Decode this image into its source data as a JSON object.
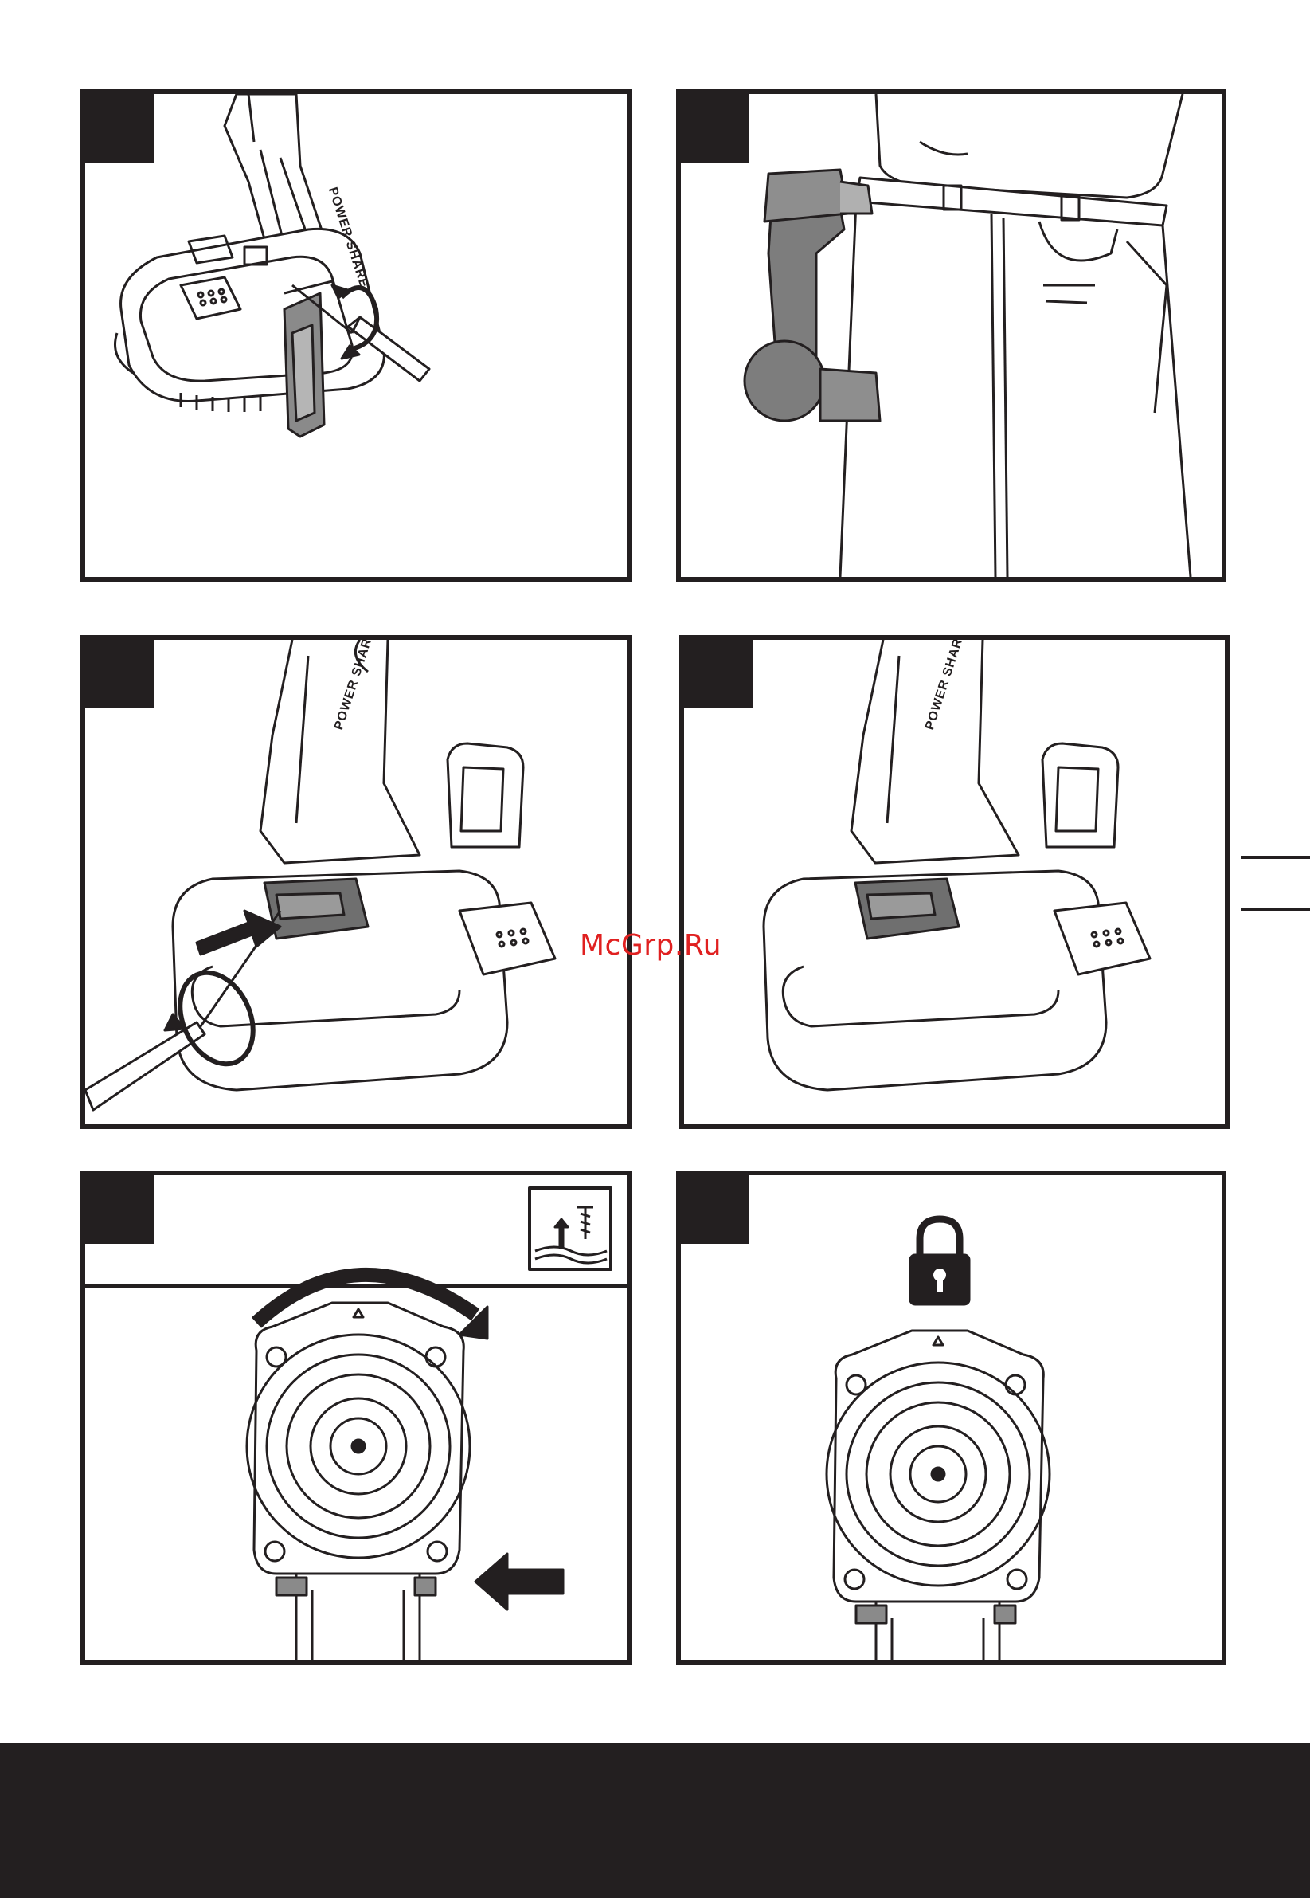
{
  "watermark": {
    "text": "McGrp.Ru",
    "color": "#e02020"
  },
  "brand_marks": {
    "power_share_logo": "POWER SHARE"
  },
  "colors": {
    "ink": "#231f20",
    "paper": "#ffffff",
    "tool_gray": "#7d7d7d"
  },
  "panels": [
    {
      "id": "1",
      "illustration": "drill-battery-belt-clip-screwdriver",
      "icons": [
        "rotate-arrow-icon"
      ]
    },
    {
      "id": "2",
      "illustration": "drill-on-belt-worn",
      "icons": []
    },
    {
      "id": "3",
      "illustration": "battery-release-screwdriver",
      "icons": [
        "push-arrow-icon",
        "rotate-arrow-icon"
      ]
    },
    {
      "id": "4",
      "illustration": "battery-clip-installed",
      "icons": []
    },
    {
      "id": "5",
      "illustration": "chuck-rotate-unlock",
      "icons": [
        "rotate-arrow-icon",
        "push-arrow-icon",
        "screw-water-icon"
      ]
    },
    {
      "id": "6",
      "illustration": "chuck-locked",
      "icons": [
        "padlock-icon"
      ]
    }
  ]
}
